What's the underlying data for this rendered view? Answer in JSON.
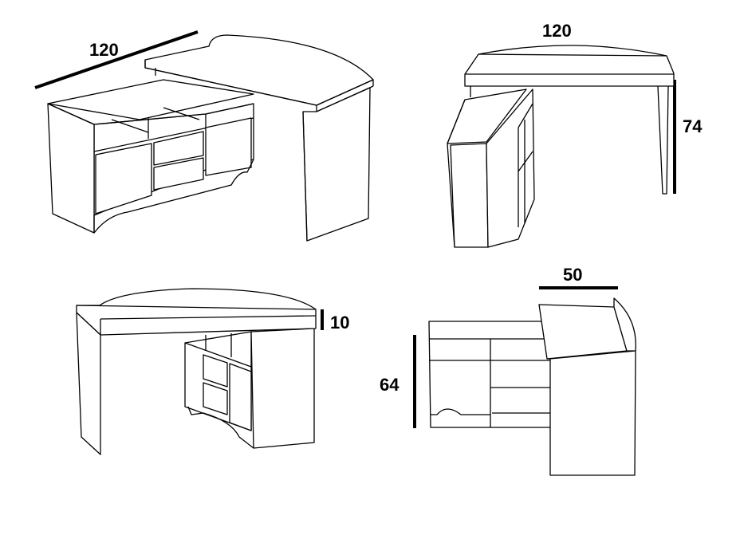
{
  "views": [
    {
      "name": "top-left-isometric",
      "dimension": "120"
    },
    {
      "name": "top-right-side",
      "dimension_width": "120",
      "dimension_height": "74"
    },
    {
      "name": "bottom-left-front",
      "dimension_top": "10"
    },
    {
      "name": "bottom-right-side",
      "dimension_depth": "50",
      "dimension_height": "64"
    }
  ]
}
